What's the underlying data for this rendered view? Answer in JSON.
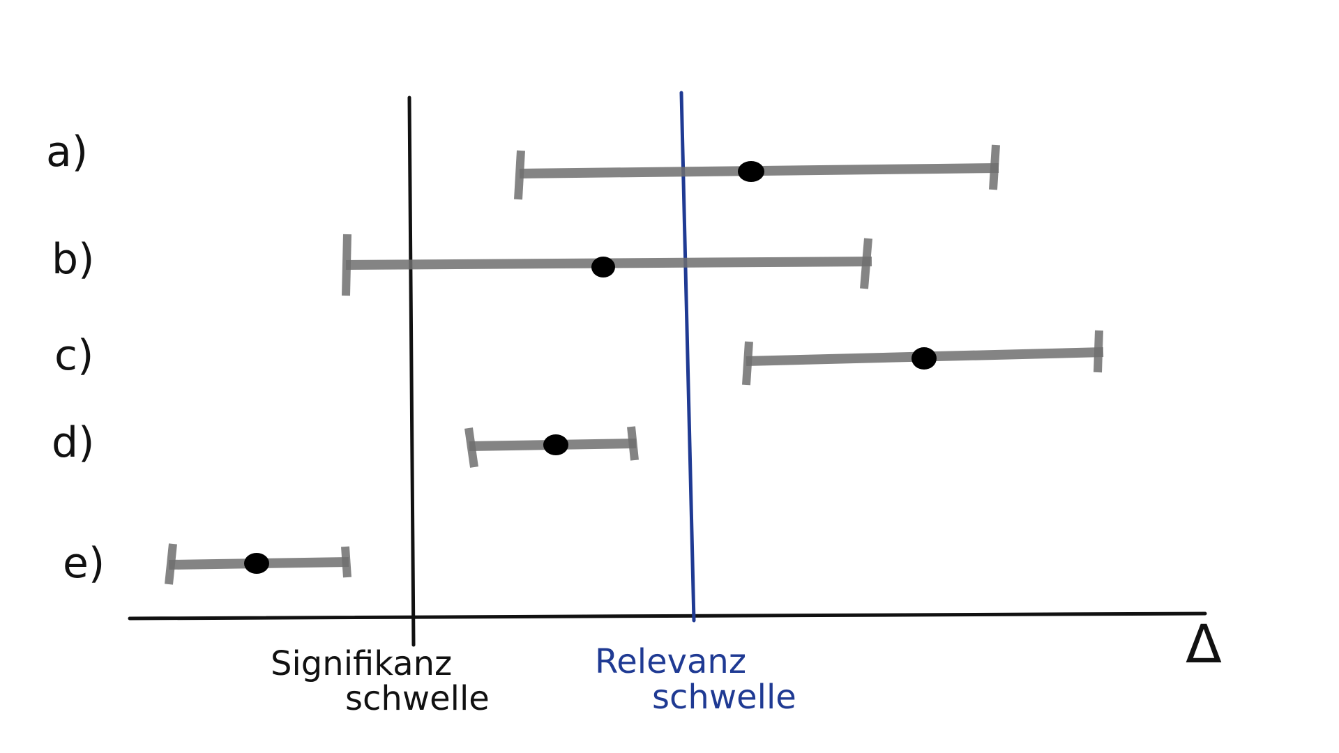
{
  "rows": [
    {
      "label": "a)"
    },
    {
      "label": "b)"
    },
    {
      "label": "c)"
    },
    {
      "label": "d)"
    },
    {
      "label": "e)"
    }
  ],
  "thresholds": {
    "significance": {
      "line1": "Signifikanz",
      "line2": "schwelle",
      "color": "#111111"
    },
    "relevance": {
      "line1": "Relevanz",
      "line2": "schwelle",
      "color": "#1f3a93"
    }
  },
  "axis": {
    "label": "Δ"
  },
  "colors": {
    "interval": "#6e6e6e",
    "point": "#000000",
    "axis": "#111111"
  }
}
